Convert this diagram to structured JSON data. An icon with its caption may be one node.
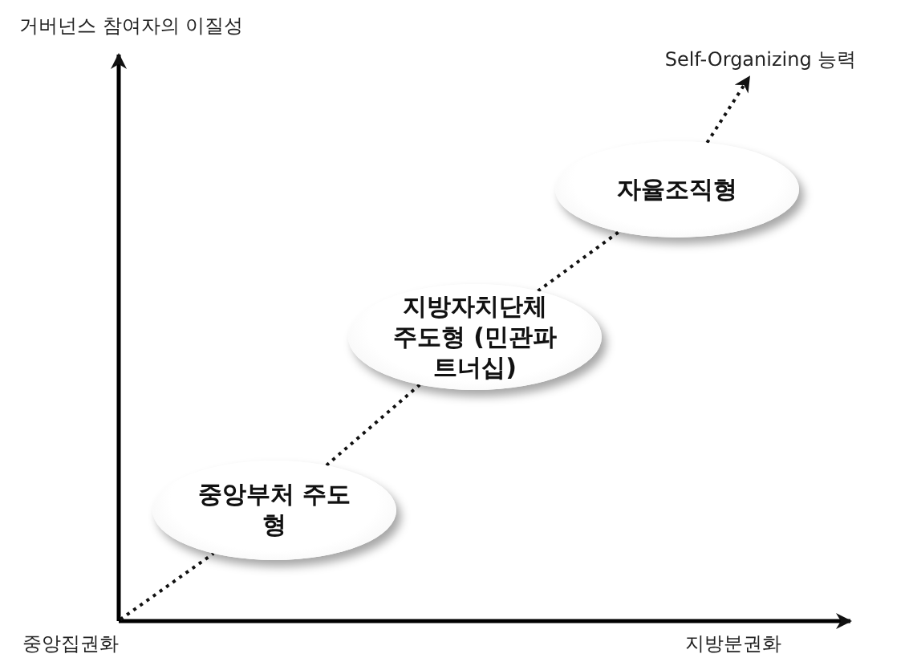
{
  "diagram": {
    "nodes": [
      {
        "text": [
          "중앙부처 주도형"
        ]
      },
      {
        "text": [
          "지방자치단체 주도형 (민관파트너십)"
        ]
      },
      {
        "text": [
          "자율조직형"
        ]
      },
      {
        "text": [
          "Self-Organizing 능력"
        ]
      }
    ],
    "edges": [
      {
        "from": null,
        "to": 0,
        "arrow": "none",
        "style": "dashed"
      },
      {
        "from": 0,
        "to": 1,
        "arrow": "none",
        "style": "dashed"
      },
      {
        "from": 1,
        "to": 2,
        "arrow": "none",
        "style": "dashed"
      },
      {
        "from": 2,
        "to": 3,
        "arrow": "to",
        "style": "dashed"
      }
    ],
    "labels": [
      "거버넌스 참여자의 이질성",
      "중앙집권화",
      "지방분권화"
    ]
  }
}
